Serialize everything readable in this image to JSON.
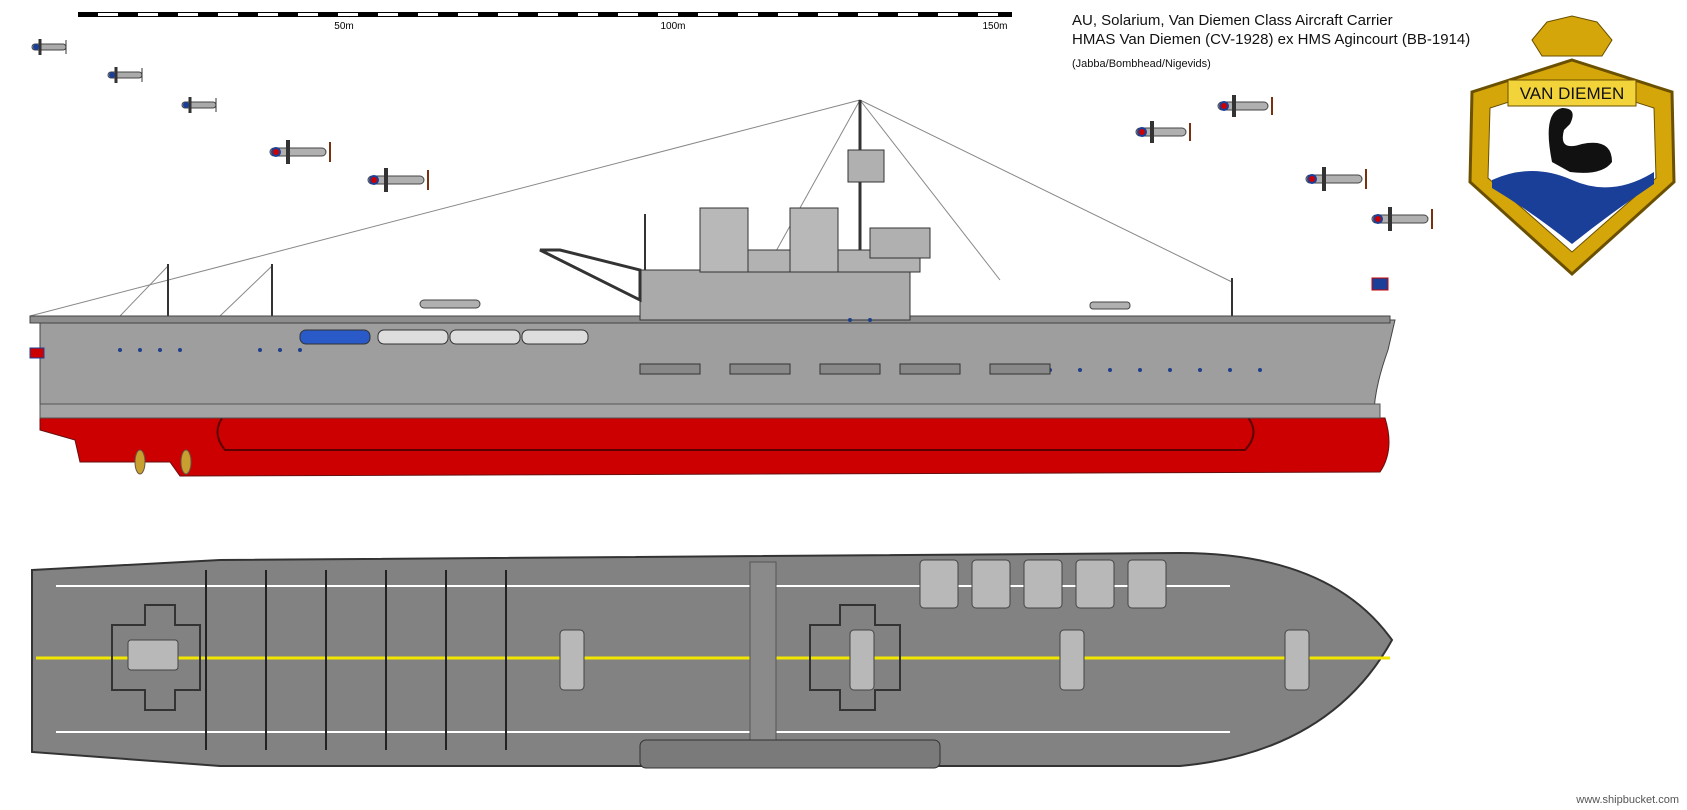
{
  "scale_bar": {
    "labels": [
      "50m",
      "100m",
      "150m"
    ]
  },
  "title": {
    "line1": "AU, Solarium, Van Diemen Class Aircraft Carrier",
    "line2": "HMAS Van Diemen (CV-1928) ex HMS Agincourt (BB-1914)",
    "authors": "(Jabba/Bombhead/Nigevids)"
  },
  "badge": {
    "name": "VAN DIEMEN",
    "icon": "black-swan-crest"
  },
  "credit": "www.shipbucket.com",
  "colors": {
    "hull_grey": "#9a9a9a",
    "deck_grey": "#7a7a7a",
    "antifouling_red": "#cc0000",
    "badge_gold": "#d4a60a",
    "badge_blue": "#1a3f99",
    "deck_line_yellow": "#f2e600"
  }
}
